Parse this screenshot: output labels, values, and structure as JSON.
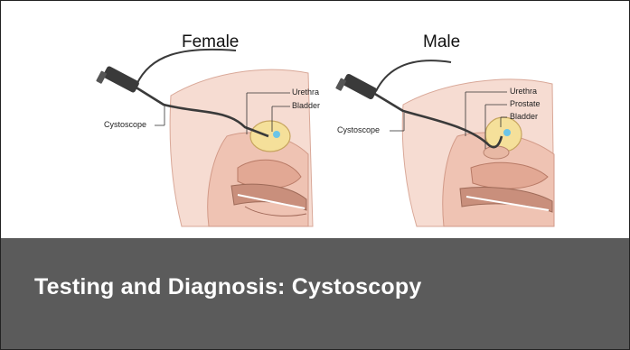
{
  "slide": {
    "title": "Testing and Diagnosis: Cystoscopy"
  },
  "figure": {
    "female": {
      "heading": "Female",
      "labels": {
        "urethra": "Urethra",
        "bladder": "Bladder",
        "cystoscope": "Cystoscope"
      }
    },
    "male": {
      "heading": "Male",
      "labels": {
        "urethra": "Urethra",
        "prostate": "Prostate",
        "bladder": "Bladder",
        "cystoscope": "Cystoscope"
      }
    },
    "colors": {
      "tissue_outer": "#f6dcd2",
      "tissue_mid": "#efc3b3",
      "tissue_dark": "#e2a894",
      "bladder": "#f5e09a",
      "bladder_tip": "#6bc5e8",
      "instrument": "#3a3a3a",
      "band": "#5b5b5b"
    }
  }
}
